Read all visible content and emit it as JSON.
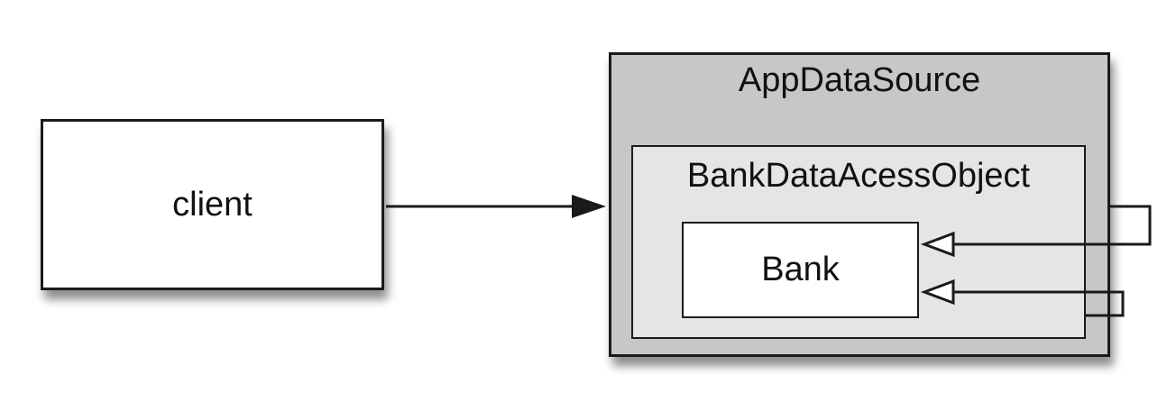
{
  "nodes": {
    "client": "client",
    "app_data_source": "AppDataSource",
    "bank_data_access_object": "BankDataAcessObject",
    "bank": "Bank"
  },
  "edges": [
    {
      "from": "client",
      "to": "AppDataSource",
      "arrowhead": "filled"
    },
    {
      "from": "AppDataSource",
      "to": "Bank",
      "arrowhead": "open"
    },
    {
      "from": "BankDataAcessObject",
      "to": "Bank",
      "arrowhead": "open"
    }
  ],
  "colors": {
    "outline": "#1a1a1a",
    "app_data_source_fill": "#c7c7c7",
    "bank_data_access_object_fill": "#e5e5e5",
    "box_fill": "#ffffff"
  }
}
